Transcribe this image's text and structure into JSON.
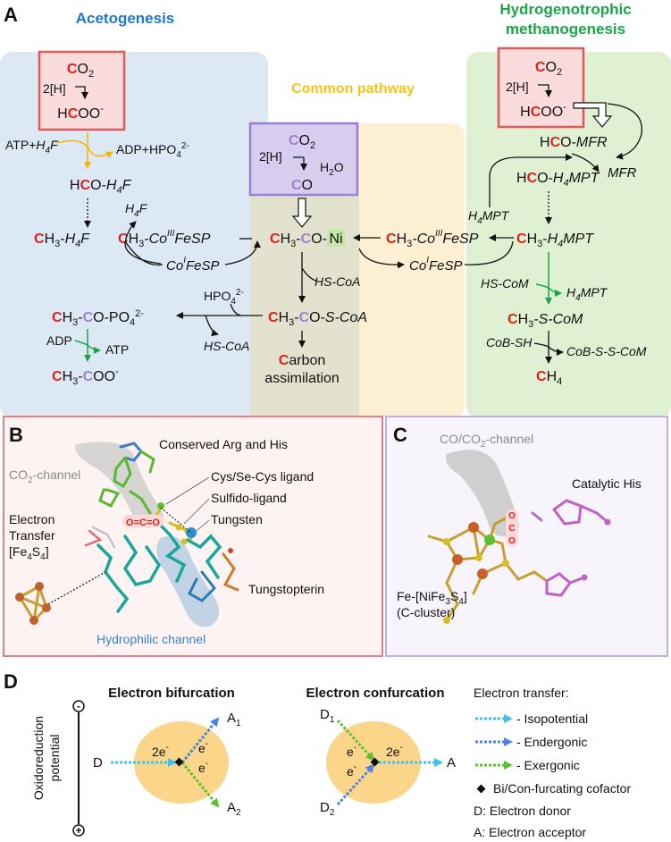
{
  "panelA": {
    "label": "A",
    "acetogenesis": "Acetogenesis",
    "common": "Common pathway",
    "hydro1": "Hydrogenotrophic",
    "hydro2": "methanogenesis",
    "two_h": "2[H]",
    "co2": "CO2",
    "hcoo": "HCOO-",
    "atp_h4f": "ATP+H4F",
    "adp_hpo4": "ADP+HPO42-",
    "hco_h4f": "HCO-H4F",
    "ch3_h4f": "CH3-H4F",
    "h4f": "H4F",
    "ch3_cofesp": "CH3-CoIIIFeSP",
    "co_fesp": "CoIFeSP",
    "h2o": "H2O",
    "co": "CO",
    "ch3_co_ni": "CH3-CO-Ni",
    "hs_coa": "HS-CoA",
    "ch3_co_scoa": "CH3-CO-S-CoA",
    "hpo4": "HPO42-",
    "ch3_co_po4": "CH3-CO-PO42-",
    "adp": "ADP",
    "atp": "ATP",
    "ch3_coo": "CH3-COO-",
    "carbon1": "Carbon",
    "carbon2": "assimilation",
    "hco_mfr": "HCO-MFR",
    "mfr": "MFR",
    "hco_h4mpt": "HCO-H4MPT",
    "h4mpt": "H4MPT",
    "ch3_h4mpt": "CH3-H4MPT",
    "hs_com": "HS-CoM",
    "ch3_s_com": "CH3-S-CoM",
    "cob_sh": "CoB-SH",
    "cob_s_s_com": "CoB-S-S-CoM",
    "ch4": "CH4"
  },
  "panelB": {
    "label": "B",
    "arg_his": "Conserved Arg and His",
    "co2_channel": "CO2-channel",
    "cys_ligand": "Cys/Se-Cys ligand",
    "sulfido": "Sulfido-ligand",
    "tungsten": "Tungsten",
    "et1": "Electron",
    "et2": "Transfer",
    "et3": "[Fe4S4]",
    "oco": "O=C=O",
    "tungstopterin": "Tungstopterin",
    "hydrophilic": "Hydrophilic channel"
  },
  "panelC": {
    "label": "C",
    "channel": "CO/CO2-channel",
    "cat_his": "Catalytic His",
    "cluster1": "Fe-[NiFe3S4]",
    "cluster2": "(C-cluster)",
    "oco": "O=C=O"
  },
  "panelD": {
    "label": "D",
    "bifurcation": "Electron bifurcation",
    "confurcation": "Electron confurcation",
    "axis1": "Oxidoreduction",
    "axis2": "potential",
    "minus": "-",
    "plus": "+",
    "d": "D",
    "a1": "A1",
    "a2": "A2",
    "d1": "D1",
    "d2": "D2",
    "a": "A",
    "two_e": "2e-",
    "e": "e-",
    "legend": {
      "title": "Electron transfer:",
      "isopotential": "- Isopotential",
      "endergonic": "- Endergonic",
      "exergonic": "- Exergonic",
      "cofactor": "Bi/Con-furcating cofactor",
      "donor": "D: Electron donor",
      "acceptor": "A: Electron acceptor"
    }
  },
  "colors": {
    "aceto_blue": "#1f78c8",
    "common_yellow": "#f5c518",
    "hydro_green": "#1aa548",
    "red": "#e0201a",
    "purple": "#a47fcf",
    "iso_cyan": "#3ec3ea",
    "ender_blue": "#4a84e0",
    "exer_green": "#5cc02e"
  }
}
